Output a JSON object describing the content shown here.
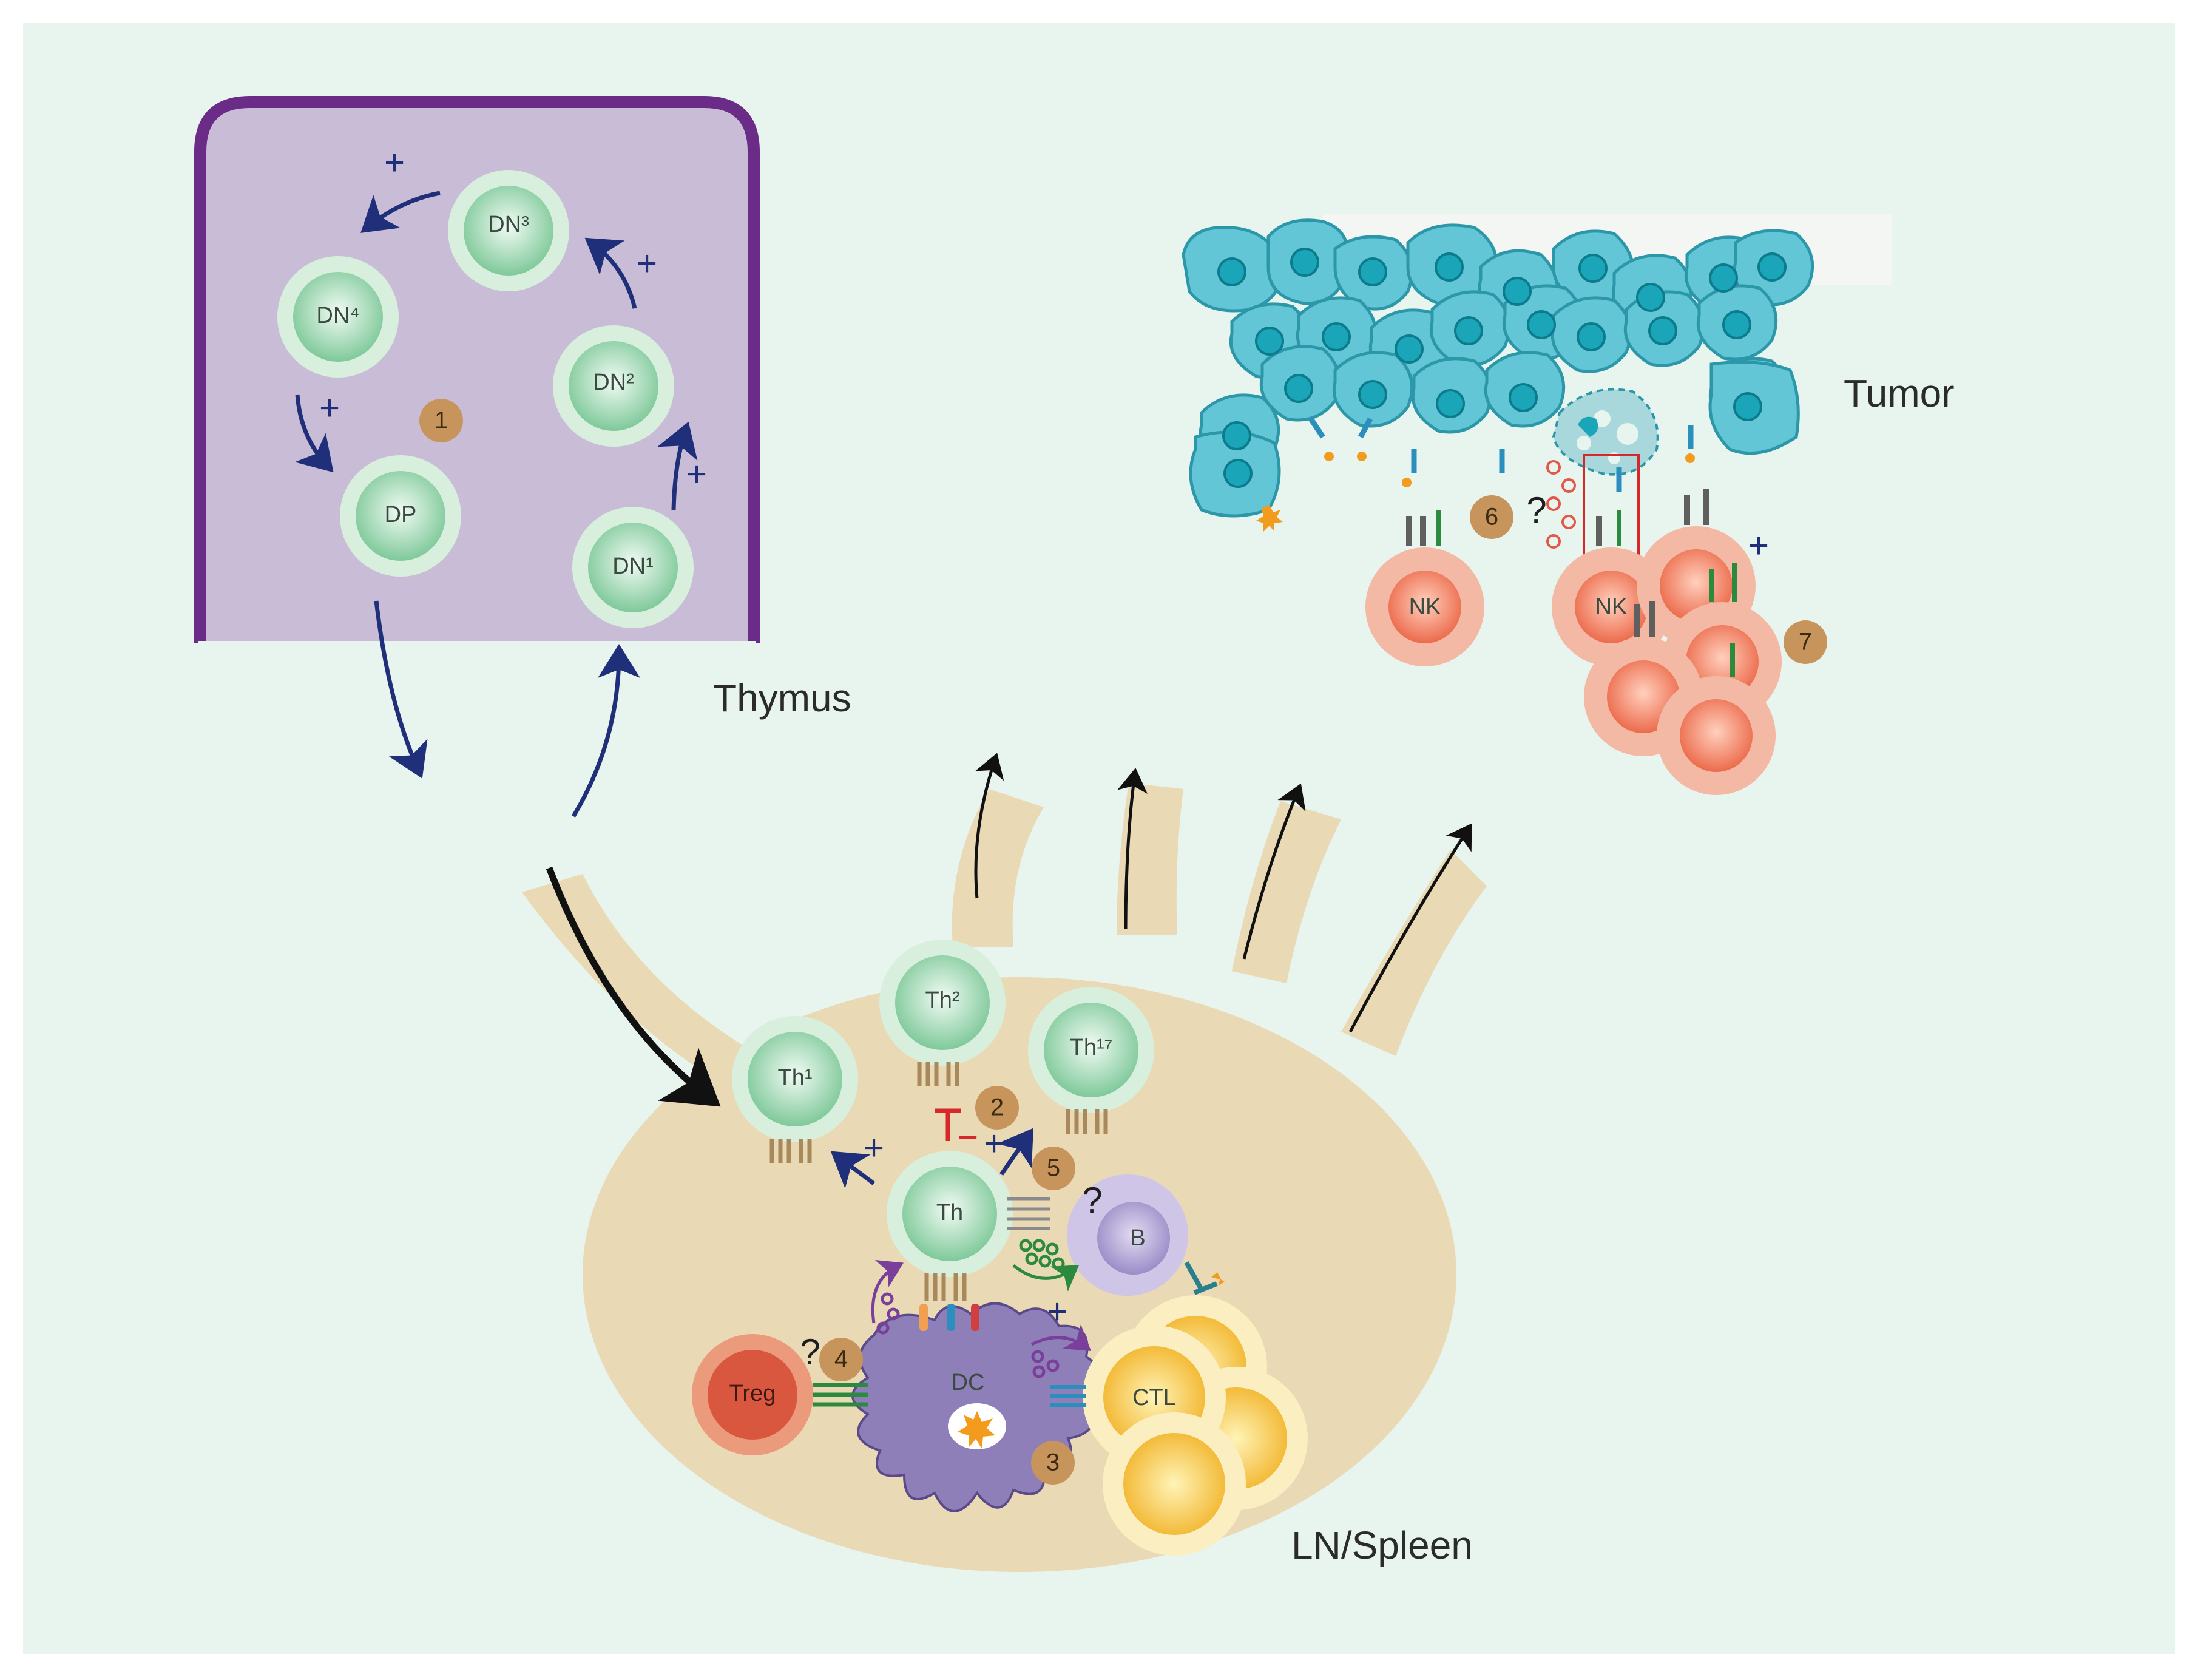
{
  "regions": {
    "thymus": "Thymus",
    "tumor": "Tumor",
    "ln_spleen": "LN/Spleen"
  },
  "cells": {
    "dn1": "DN¹",
    "dn2": "DN²",
    "dn3": "DN³",
    "dn4": "DN⁴",
    "dp": "DP",
    "th": "Th",
    "th1": "Th¹",
    "th2": "Th²",
    "th17": "Th¹⁷",
    "b": "B",
    "dc": "DC",
    "treg": "Treg",
    "ctl": "CTL",
    "nk": "NK"
  },
  "steps": [
    "1",
    "2",
    "3",
    "4",
    "5",
    "6",
    "7"
  ],
  "signs": {
    "plus": "+",
    "minus": "−",
    "question": "?"
  },
  "colors": {
    "background": "#e8f4ee",
    "thymus_fill": "#c9bcd6",
    "thymus_border": "#6b2c87",
    "ln_fill": "#e9d9b4",
    "t_cell": "#cfe9d4",
    "tumor_cell": "#63c6d6",
    "nk_cell": "#f08a6e",
    "dc_cell": "#8e7fb8",
    "b_cell": "#b9acd6",
    "treg_cell": "#d9573f",
    "ctl_cell": "#f6d873",
    "badge": "#c7955c",
    "arrow_blue": "#1f2f7a"
  }
}
